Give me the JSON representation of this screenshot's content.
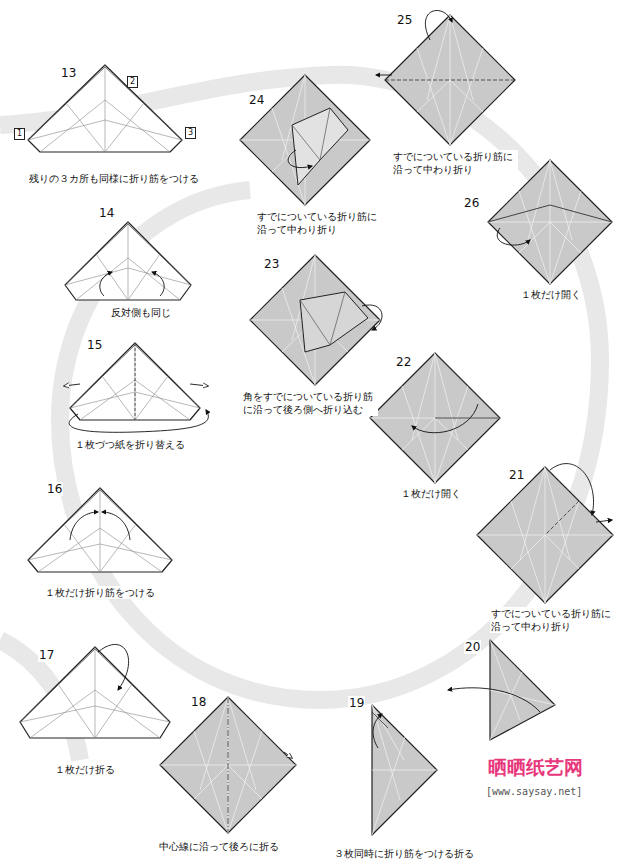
{
  "diagram": {
    "labels": [
      "13",
      "残りの３カ所も同様に折り筋をつける",
      "1",
      "2",
      "3",
      "14",
      "反対側も同じ",
      "15",
      "１枚づつ紙を折り替える",
      "16",
      "１枚だけ折り筋をつける",
      "17",
      "１枚だけ折る",
      "18",
      "中心線に沿って後ろに折る",
      "19",
      "３枚同時に折り筋をつける折る",
      "20",
      "21",
      "すでについている折り筋に沿って中わり折り",
      "22",
      "１枚だけ開く",
      "23",
      "角をすでについている折り筋に沿って後ろ側へ折り込む",
      "24",
      "すでについている折り筋に沿って中わり折り",
      "25",
      "すでについている折り筋に沿って中わり折り",
      "26",
      "１枚だけ開く",
      "晒晒纸艺网",
      "[www.saysay.net]"
    ]
  }
}
